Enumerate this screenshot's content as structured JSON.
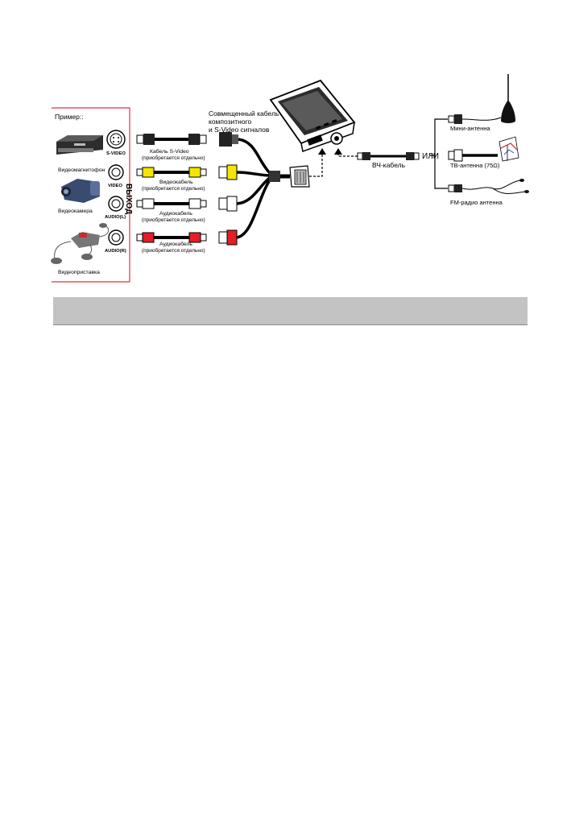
{
  "example_label": "Пример::",
  "output_label": "ВЫХОД",
  "devices": [
    {
      "name": "Видеомагнитофон"
    },
    {
      "name": "Видеокамера"
    },
    {
      "name": "Видеоприставка"
    }
  ],
  "ports": [
    "S-VIDEO",
    "VIDEO",
    "AUDIO(L)",
    "AUDIO(R)"
  ],
  "combined_cable": {
    "line1": "Совмещенный кабель",
    "line2": "композитного",
    "line3": "и S-Video сигналов"
  },
  "cables": [
    {
      "name": "Кабель S-Video",
      "note": "(приобретается отдельно)"
    },
    {
      "name": "Видеокабель",
      "note": "(приобретается отдельно)"
    },
    {
      "name": "Аудиокабель",
      "note": "(приобретается отдельно)"
    },
    {
      "name": "Аудиокабель",
      "note": "(приобретается отдельно)"
    }
  ],
  "rf_cable": "ВЧ-кабель",
  "or_label": "ИЛИ",
  "antennas": [
    {
      "name": "Мини-антенна"
    },
    {
      "name": "ТВ-антенна (75Ω)"
    },
    {
      "name": "FM-радио антенна"
    }
  ],
  "colors": {
    "frame_red": "#d9333f",
    "plug_yellow": "#f5e600",
    "plug_red": "#e41e26",
    "band_gray": "#c3c3c3"
  }
}
